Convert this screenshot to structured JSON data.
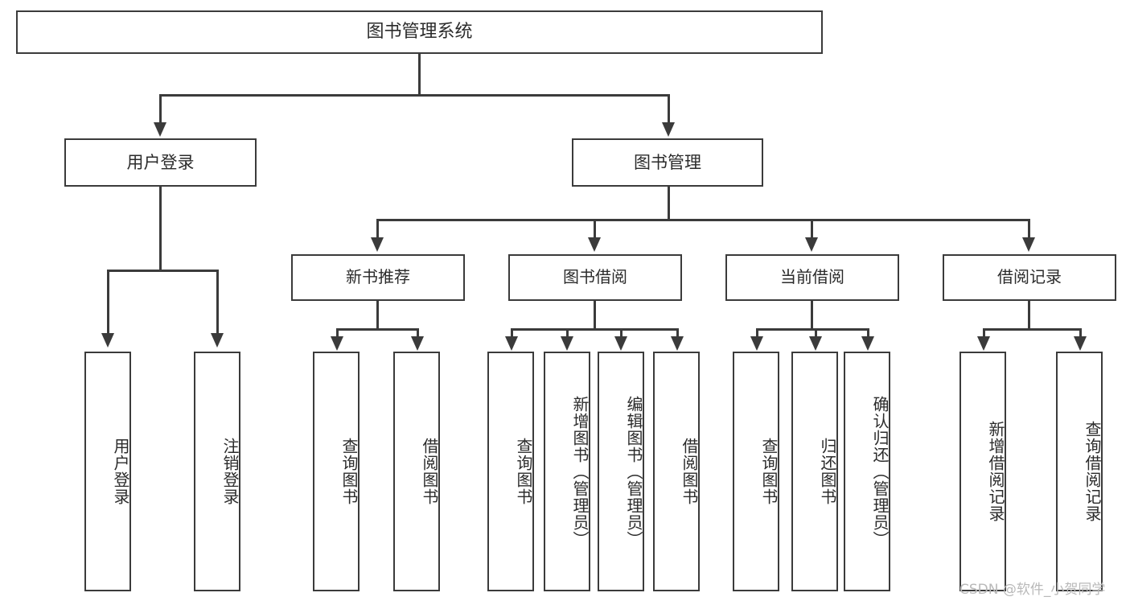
{
  "diagram": {
    "type": "hierarchy-tree",
    "title": "图书管理系统",
    "root": {
      "label": "图书管理系统"
    },
    "level1": [
      {
        "label": "用户登录"
      },
      {
        "label": "图书管理"
      }
    ],
    "level2": [
      {
        "label": "新书推荐"
      },
      {
        "label": "图书借阅"
      },
      {
        "label": "当前借阅"
      },
      {
        "label": "借阅记录"
      }
    ],
    "leaves": {
      "user_login": [
        {
          "label": "用户登录"
        },
        {
          "label": "注销登录"
        }
      ],
      "new_book_recommend": [
        {
          "label": "查询图书"
        },
        {
          "label": "借阅图书"
        }
      ],
      "book_borrow": [
        {
          "label": "查询图书"
        },
        {
          "label": "新增图书（管理员）"
        },
        {
          "label": "编辑图书（管理员）"
        },
        {
          "label": "借阅图书"
        }
      ],
      "current_borrow": [
        {
          "label": "查询图书"
        },
        {
          "label": "归还图书"
        },
        {
          "label": "确认归还（管理员）"
        }
      ],
      "borrow_records": [
        {
          "label": "新增借阅记录"
        },
        {
          "label": "查询借阅记录"
        }
      ]
    }
  },
  "watermark": {
    "text": "CSDN @软件_小贺同学"
  },
  "colors": {
    "stroke": "#3b3b3b",
    "text": "#2b2b2b",
    "background": "#ffffff",
    "watermark": "#b9b9b9"
  }
}
